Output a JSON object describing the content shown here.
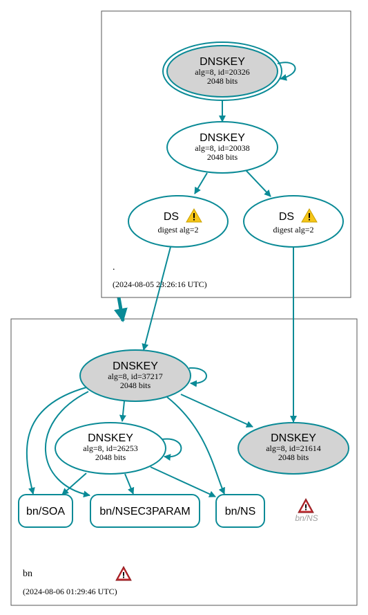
{
  "root_zone": {
    "name": ".",
    "timestamp": "(2024-08-05 23:26:16 UTC)",
    "ksk": {
      "title": "DNSKEY",
      "alg_id": "alg=8, id=20326",
      "bits": "2048 bits"
    },
    "zsk": {
      "title": "DNSKEY",
      "alg_id": "alg=8, id=20038",
      "bits": "2048 bits"
    },
    "ds_left": {
      "title": "DS",
      "digest": "digest alg=2"
    },
    "ds_right": {
      "title": "DS",
      "digest": "digest alg=2"
    }
  },
  "bn_zone": {
    "name": "bn",
    "timestamp": "(2024-08-06 01:29:46 UTC)",
    "ksk": {
      "title": "DNSKEY",
      "alg_id": "alg=8, id=37217",
      "bits": "2048 bits"
    },
    "zsk": {
      "title": "DNSKEY",
      "alg_id": "alg=8, id=26253",
      "bits": "2048 bits"
    },
    "key_right": {
      "title": "DNSKEY",
      "alg_id": "alg=8, id=21614",
      "bits": "2048 bits"
    },
    "rrsets": {
      "soa": "bn/SOA",
      "nsec3param": "bn/NSEC3PARAM",
      "ns": "bn/NS"
    },
    "ns_warning_label": "bn/NS"
  },
  "colors": {
    "edge": "#0a8a96",
    "node_border": "#0a8a96",
    "highlight_fill": "#d3d3d3",
    "zone_border": "#555555",
    "warning_yellow": "#f5c518",
    "error_red": "#c0282d",
    "muted_text": "#a0a0a0"
  },
  "icons": {
    "ds_warning": "warning-triangle-icon",
    "zone_error": "error-triangle-icon"
  }
}
